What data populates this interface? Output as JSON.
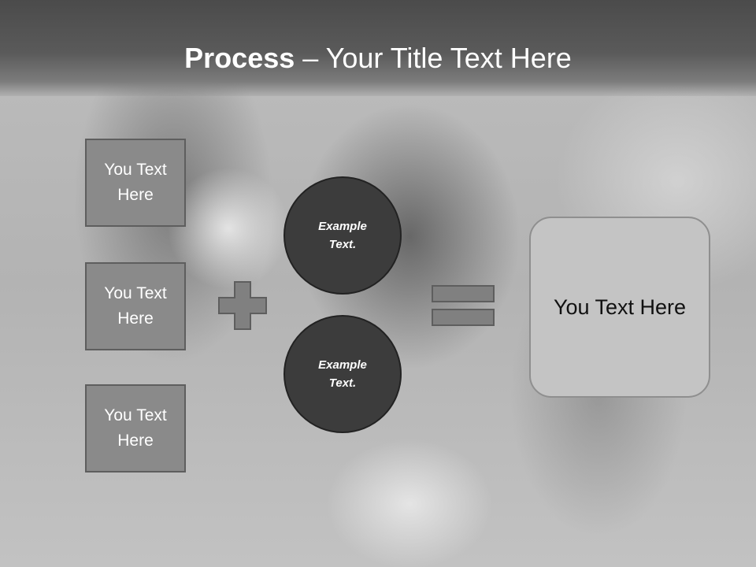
{
  "slide": {
    "title_bold": "Process",
    "title_sep": " – ",
    "title_rest": "Your Title Text Here",
    "left_boxes": [
      {
        "label": "You Text Here"
      },
      {
        "label": "You Text Here"
      },
      {
        "label": "You Text Here"
      }
    ],
    "circles": [
      {
        "label": "Example Text."
      },
      {
        "label": "Example Text."
      }
    ],
    "result": {
      "label": "You Text Here"
    },
    "operators": {
      "plus_icon": "plus-icon",
      "equals_icon": "equals-icon"
    },
    "colors": {
      "header": "#555555",
      "box_fill": "#8a8a8a",
      "circle_fill": "#3c3c3c",
      "result_fill": "#c4c4c4",
      "operator_fill": "#808080"
    }
  }
}
